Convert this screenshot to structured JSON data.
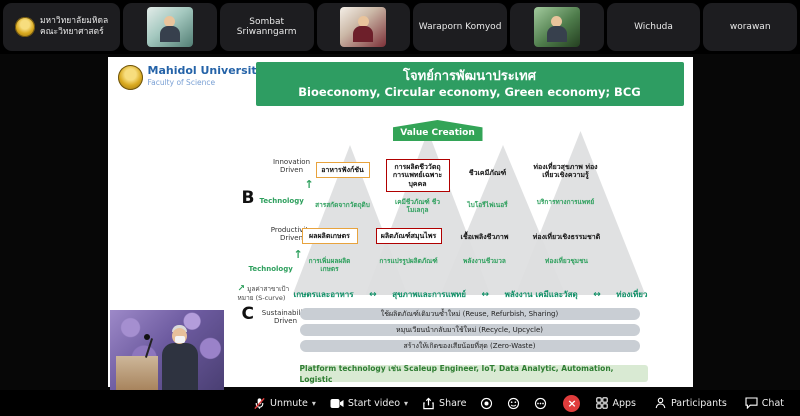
{
  "topbar": {
    "tiles": [
      {
        "line1": "มหาวิทยาลัยมหิดล",
        "line2": "คณะวิทยาศาสตร์"
      },
      {
        "label": ""
      },
      {
        "label": "Sombat Sriwanngarm"
      },
      {
        "label": ""
      },
      {
        "label": "Waraporn Komyod"
      },
      {
        "label": ""
      },
      {
        "label": "Wichuda"
      },
      {
        "label": "worawan"
      }
    ]
  },
  "slide": {
    "logo": {
      "title": "Mahidol University",
      "subtitle": "Faculty of Science"
    },
    "header": {
      "line1": "โจทย์การพัฒนาประเทศ",
      "line2": "Bioeconomy, Circular economy, Green economy; BCG"
    },
    "value_creation": "Value Creation",
    "labels": {
      "innovation_line1": "Innovation",
      "innovation_line2": "Driven",
      "technology_top": "Technology",
      "productivity_line1": "Productivity",
      "productivity_line2": "Driven",
      "technology_bottom": "Technology",
      "b": "B",
      "c": "C",
      "sustainability_line1": "Sustainability",
      "sustainability_line2": "Driven",
      "s_curve": "มูลค่าสาขาเป้าหมาย (S-curve)"
    },
    "innovation_row": {
      "box1": "อาหารฟังก์ชัน",
      "box2": "การผลิตชีววัตถุ การแพทย์เฉพาะบุคคล",
      "box3": "ชีวเคมีภัณฑ์",
      "box4": "ท่องเที่ยวสุขภาพ ท่องเที่ยวเชิงความรู้",
      "sub1": "สารสกัดจากวัตถุดิบ",
      "sub2": "เคมีชีวภัณฑ์ ชีวโมเลกุล",
      "sub3": "ไบโอรีไฟเนอรี่",
      "sub4": "บริการทางการแพทย์"
    },
    "productivity_row": {
      "box1": "ผลผลิตเกษตร",
      "box2": "ผลิตภัณฑ์สมุนไพร",
      "box3": "เชื้อเพลิงชีวภาพ",
      "box4": "ท่องเที่ยวเชิงธรรมชาติ",
      "sub1": "การเพิ่มผลผลิตเกษตร",
      "sub2": "การแปรรูปผลิตภัณฑ์",
      "sub3": "พลังงานชีวมวล",
      "sub4": "ท่องเที่ยวชุมชน"
    },
    "categories": [
      "เกษตรและอาหาร",
      "สุขภาพและการแพทย์",
      "พลังงาน เคมีและวัสดุ",
      "ท่องเที่ยว"
    ],
    "sustainability_bars": [
      "ใช้ผลิตภัณฑ์เดิมวนซ้ำใหม่ (Reuse, Refurbish, Sharing)",
      "หมุนเวียนนำกลับมาใช้ใหม่ (Recycle, Upcycle)",
      "สร้างให้เกิดของเสียน้อยที่สุด (Zero-Waste)"
    ],
    "platform_bar": "Platform technology เช่น Scaleup Engineer, IoT, Data Analytic, Automation, Logistic"
  },
  "controls": {
    "unmute": "Unmute",
    "start_video": "Start video",
    "share": "Share",
    "apps": "Apps",
    "participants": "Participants",
    "chat": "Chat"
  },
  "icons": {
    "chevron_down": "▾",
    "close": "×",
    "up_arrow": "↑",
    "lr_arrow": "↔",
    "diag_arrow": "↗"
  },
  "colors": {
    "header_green": "#2e9d62",
    "accent_green": "#33a457",
    "orange_box": "#e8a33d",
    "red_box": "#b00000",
    "category_teal": "#0f8f66",
    "leave_red": "#e03c3c"
  }
}
